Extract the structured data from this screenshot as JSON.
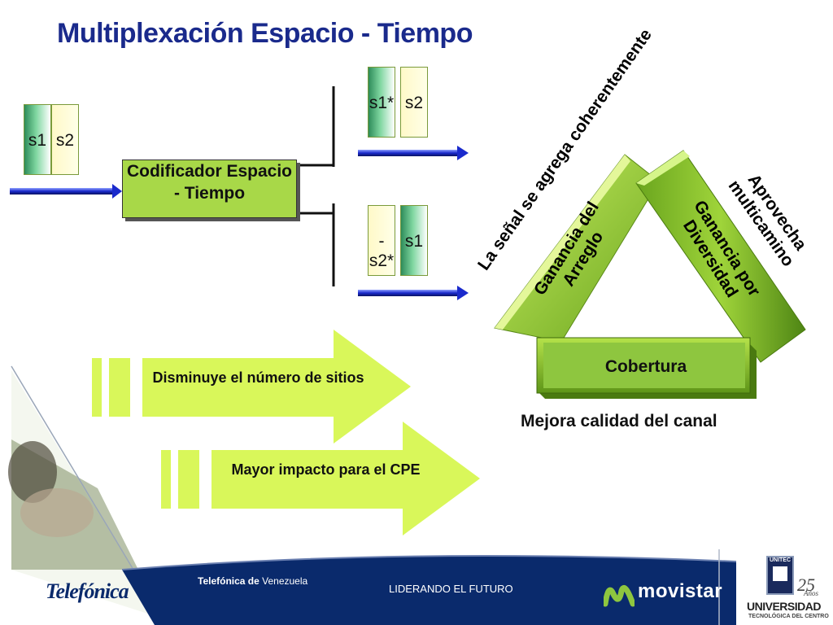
{
  "title": "Multiplexación Espacio - Tiempo",
  "input_cells": [
    "s1",
    "s2"
  ],
  "encoder_label": "Codificador Espacio - Tiempo",
  "antenna1_cells": [
    "s1*",
    "s2"
  ],
  "antenna2_cells": [
    "-s2*",
    "s1"
  ],
  "label_coherent": "La señal se agrega coherentemente",
  "label_array_gain": "Ganancia del Arreglo",
  "label_diversity_gain": "Ganancia por Diversidad",
  "label_multipath": "Aprovecha multicamino",
  "label_coverage": "Cobertura",
  "label_quality": "Mejora calidad del canal",
  "arrow1_text": "Disminuye el número de sitios",
  "arrow2_text": "Mayor impacto para el CPE",
  "footer": {
    "brand_left": "Telefónica",
    "company_bold": "Telefónica de",
    "company_rest": "Venezuela",
    "slogan": "LIDERANDO EL FUTURO",
    "movistar": "movistar",
    "unitec": "UNITEC",
    "anniversary": "25",
    "anniversary_word": "Años",
    "university": "UNIVERSIDAD",
    "university_sub": "TECNOLÓGICA DEL CENTRO"
  },
  "colors": {
    "title": "#1a2a8c",
    "arrow_blue": "#1a2acc",
    "lime": "#d9f75a",
    "green_bar": "#8ec63f",
    "footer_navy": "#0a2a6c"
  }
}
